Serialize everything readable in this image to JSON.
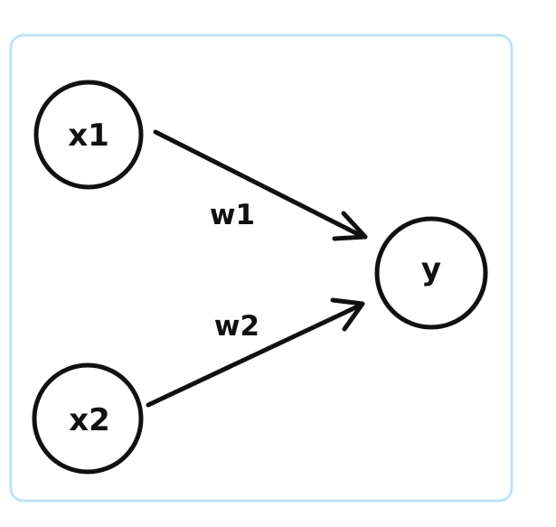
{
  "diagram": {
    "nodes": {
      "x1": {
        "label": "x1"
      },
      "x2": {
        "label": "x2"
      },
      "y": {
        "label": "y"
      }
    },
    "edges": {
      "w1": {
        "label": "w1",
        "from": "x1",
        "to": "y"
      },
      "w2": {
        "label": "w2",
        "from": "x2",
        "to": "y"
      }
    }
  },
  "colors": {
    "frame_border": "#bfe3f2",
    "stroke": "#111111",
    "background": "#ffffff"
  }
}
